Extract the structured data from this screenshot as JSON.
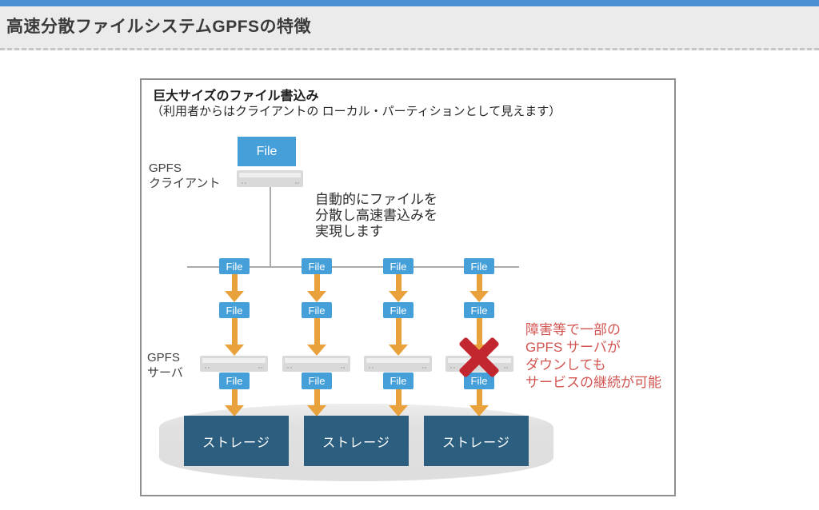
{
  "colors": {
    "accent-bar": "#4a90d2",
    "file-blue": "#459fd9",
    "arrow-orange": "#e9a13b",
    "storage-blue": "#2c5f7f",
    "error-red": "#c2262e",
    "note-red": "#d25551",
    "line-gray": "#ababab",
    "server-gray": "#d9d9d9"
  },
  "header": {
    "title": "高速分散ファイルシステムGPFSの特徴"
  },
  "diagram": {
    "title": "巨大サイズのファイル書込み",
    "subtitle": "（利用者からはクライアントの ローカル・パーティションとして見えます）",
    "file_label": "File",
    "client_label": "GPFS\nクライアント",
    "server_label": "GPFS\nサーバ",
    "auto_note": "自動的にファイルを\n分散し高速書込みを\n実現します",
    "failure_note": "障害等で一部の\nGPFS サーバが\nダウンしても\nサービスの継続が可能",
    "storage_label": "ストレージ"
  }
}
